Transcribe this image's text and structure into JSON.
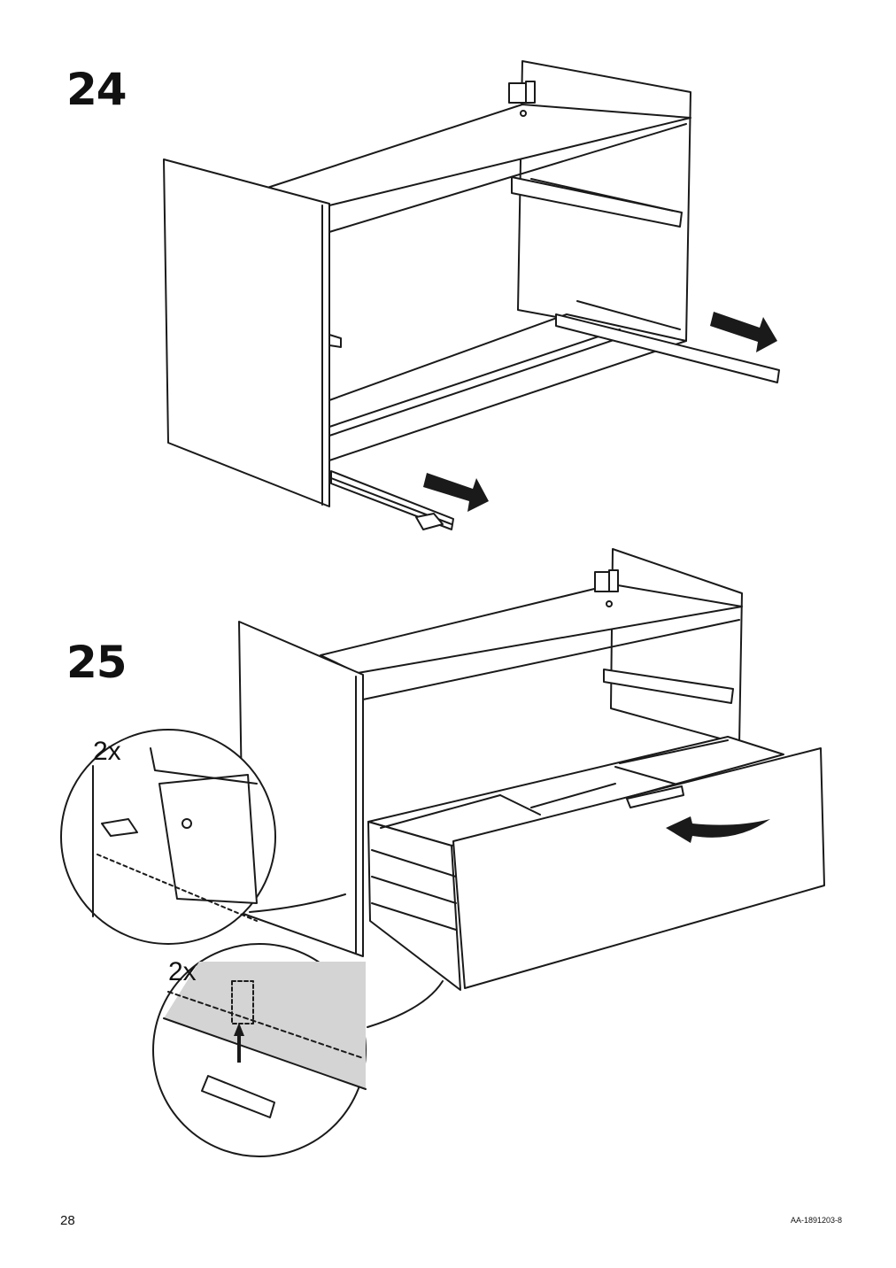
{
  "steps": [
    {
      "number": "24"
    },
    {
      "number": "25"
    }
  ],
  "callouts": {
    "hinge_quantity": "2x",
    "clip_quantity": "2x"
  },
  "footer": {
    "page_number": "28",
    "document_id": "AA-1891203-8"
  },
  "colors": {
    "line": "#1a1a1a",
    "shade": "#d4d4d4",
    "arrow": "#1a1a1a"
  },
  "icons": [
    "push-arrow-icon",
    "curved-insert-arrow-icon",
    "up-arrow-icon"
  ]
}
